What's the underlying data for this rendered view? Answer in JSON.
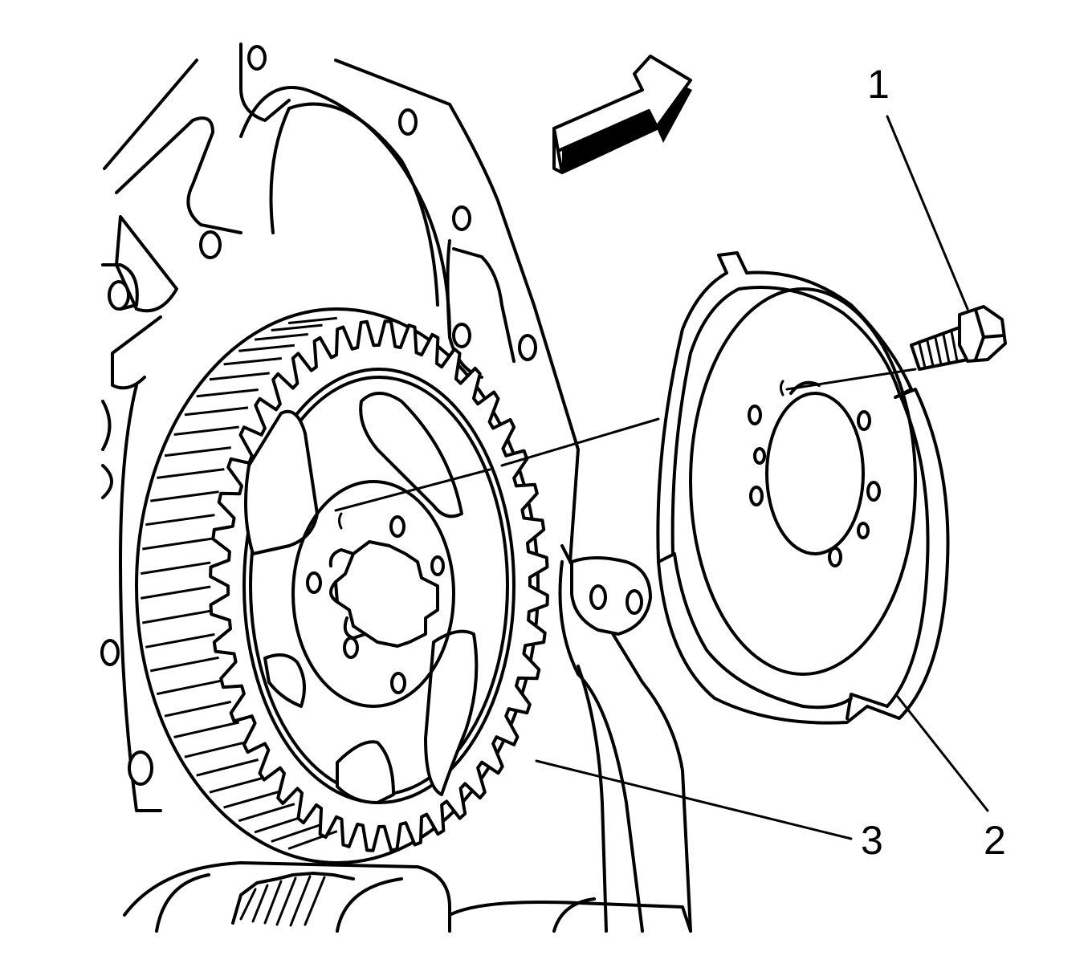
{
  "callouts": {
    "bolt": "1",
    "retainer_plate": "2",
    "gear": "3"
  },
  "icons": {
    "direction_arrow": "direction-arrow-icon"
  },
  "colors": {
    "ink": "#000000",
    "paper": "#ffffff"
  }
}
